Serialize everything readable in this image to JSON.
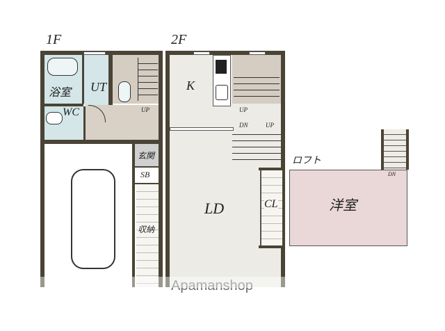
{
  "floors": {
    "first": {
      "label": "1F",
      "rooms": {
        "bath": "浴室",
        "utility": "UT",
        "toilet": "WC",
        "stairs_up": "UP",
        "entrance": "玄関",
        "shoe_box": "SB",
        "storage": "収納"
      }
    },
    "second": {
      "label": "2F",
      "rooms": {
        "kitchen": "K",
        "living_dining": "LD",
        "closet": "CL",
        "stairs_up_1": "UP",
        "stairs_dn": "DN",
        "stairs_up_2": "UP"
      }
    },
    "loft": {
      "label": "ロフト",
      "rooms": {
        "western_room": "洋室",
        "stairs_dn": "DN"
      }
    }
  },
  "watermark": "Apamanshop",
  "colors": {
    "wall": "#4a4436",
    "wet_area": "#d4e6e8",
    "hall": "#d9d0c6",
    "stair_area": "#d5ccc2",
    "ld_floor": "#ecebe6",
    "loft_room": "#ead7d7",
    "entrance": "#d0d0d0"
  }
}
